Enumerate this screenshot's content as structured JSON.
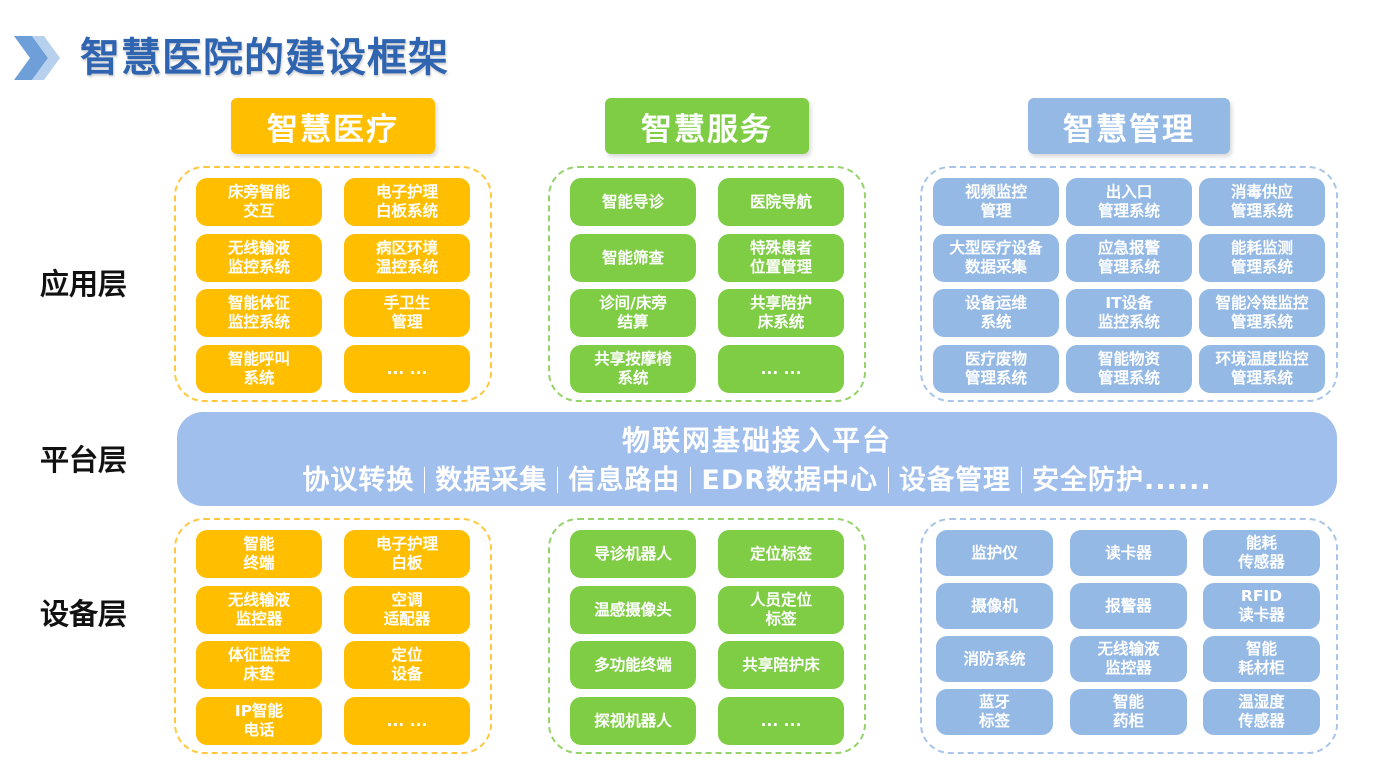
{
  "title": "智慧医院的建设框架",
  "layers": {
    "application": "应用层",
    "platform": "平台层",
    "device": "设备层"
  },
  "colors": {
    "medical": "#ffbf00",
    "service": "#7fcc45",
    "management": "#95b9e5",
    "platform": "#a0bfec",
    "title": "#2f64b0"
  },
  "categories": {
    "medical": "智慧医疗",
    "service": "智慧服务",
    "management": "智慧管理"
  },
  "application": {
    "medical": [
      "床旁智能\n交互",
      "电子护理\n白板系统",
      "无线输液\n监控系统",
      "病区环境\n温控系统",
      "智能体征\n监控系统",
      "手卫生\n管理",
      "智能呼叫\n系统",
      "... ..."
    ],
    "service": [
      "智能导诊",
      "医院导航",
      "智能筛查",
      "特殊患者\n位置管理",
      "诊间/床旁\n结算",
      "共享陪护\n床系统",
      "共享按摩椅\n系统",
      "... ..."
    ],
    "management": [
      "视频监控\n管理",
      "出入口\n管理系统",
      "消毒供应\n管理系统",
      "大型医疗设备\n数据采集",
      "应急报警\n管理系统",
      "能耗监测\n管理系统",
      "设备运维\n系统",
      "IT设备\n监控系统",
      "智能冷链监控\n管理系统",
      "医疗废物\n管理系统",
      "智能物资\n管理系统",
      "环境温度监控\n管理系统"
    ]
  },
  "platform": {
    "title": "物联网基础接入平台",
    "items": [
      "协议转换",
      "数据采集",
      "信息路由",
      "EDR数据中心",
      "设备管理",
      "安全防护......"
    ]
  },
  "device": {
    "medical": [
      "智能\n终端",
      "电子护理\n白板",
      "无线输液\n监控器",
      "空调\n适配器",
      "体征监控\n床垫",
      "定位\n设备",
      "IP智能\n电话",
      "... ..."
    ],
    "service": [
      "导诊机器人",
      "定位标签",
      "温感摄像头",
      "人员定位\n标签",
      "多功能终端",
      "共享陪护床",
      "探视机器人",
      "... ..."
    ],
    "management": [
      "监护仪",
      "读卡器",
      "能耗\n传感器",
      "摄像机",
      "报警器",
      "RFID\n读卡器",
      "消防系统",
      "无线输液\n监控器",
      "智能\n耗材柜",
      "蓝牙\n标签",
      "智能\n药柜",
      "温湿度\n传感器"
    ]
  }
}
